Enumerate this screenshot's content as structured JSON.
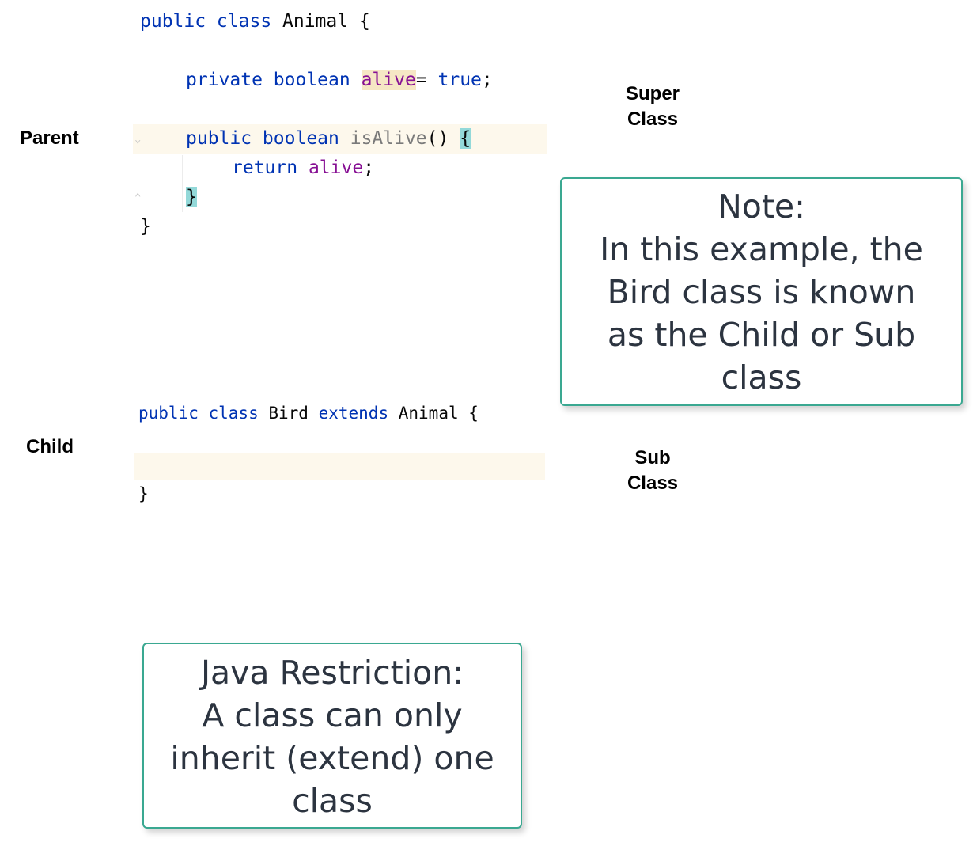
{
  "labels": {
    "parent": "Parent",
    "child": "Child",
    "super_class": [
      "Super",
      "Class"
    ],
    "sub_class": [
      "Sub",
      "Class"
    ]
  },
  "animal_code": {
    "line1": {
      "kw": "public class ",
      "name": "Animal",
      "brace": " {"
    },
    "line2": {
      "kw": "private boolean ",
      "field": "alive",
      "rest": "= ",
      "value": "true",
      "end": ";"
    },
    "line3": {
      "kw": "public boolean ",
      "method": "isAlive",
      "parens": "() ",
      "brace": "{"
    },
    "line4": {
      "kw": "return ",
      "field": "alive",
      "end": ";"
    },
    "line5": {
      "brace": "}"
    },
    "line6": {
      "brace": "}"
    }
  },
  "bird_code": {
    "line1": {
      "kw1": "public class ",
      "name": "Bird ",
      "kw2": "extends ",
      "parent": "Animal",
      "brace": " {"
    },
    "line3": {
      "brace": "}"
    }
  },
  "note_child": {
    "lines": [
      "Note:",
      "In this example, the",
      "Bird class is known",
      "as the Child or Sub",
      "class"
    ]
  },
  "note_restriction": {
    "lines": [
      "Java Restriction:",
      "A class can only",
      "inherit (extend) one",
      "class"
    ]
  },
  "colors": {
    "keyword": "#0033b3",
    "field": "#871094",
    "method": "#7a7a7a",
    "note_border": "#3aa891",
    "note_text": "#2c3440",
    "field_highlight": "#f6e7c5",
    "brace_highlight": "#93d9d9"
  }
}
